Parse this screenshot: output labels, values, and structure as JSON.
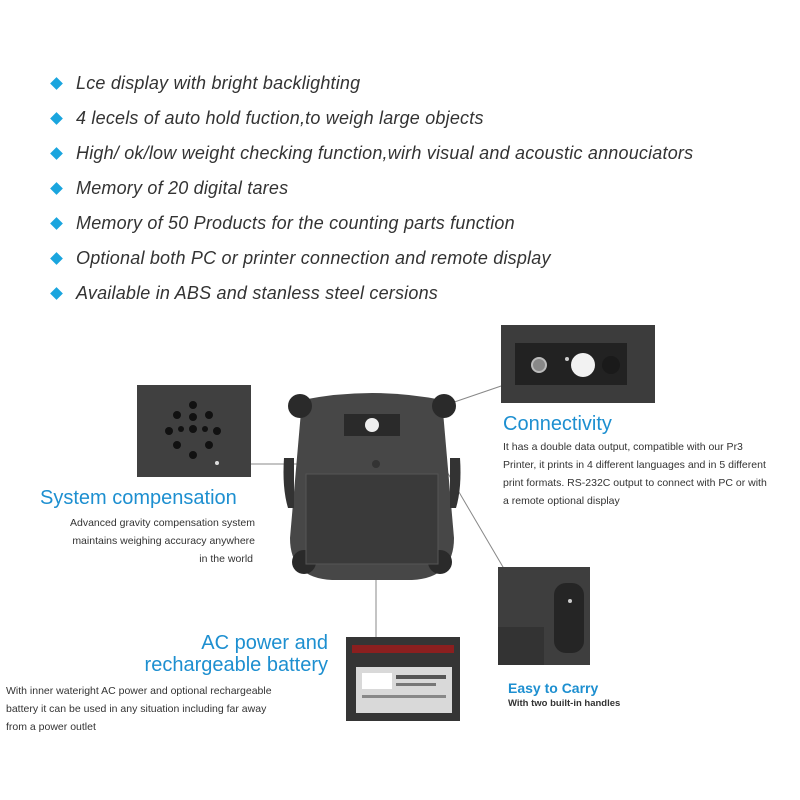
{
  "features": [
    "Lce display with bright backlighting",
    "4 lecels of auto hold fuction,to weigh large objects",
    "High/ ok/low weight checking function,wirh visual and acoustic annouciators",
    "Memory of 20 digital tares",
    "Memory of 50 Products for the counting parts function",
    "Optional both PC or printer connection and remote display",
    "Available in ABS and stanless steel cersions"
  ],
  "system_compensation": {
    "title": "System compensation",
    "lines": [
      "Advanced gravity compensation system",
      "maintains weighing accuracy anywhere",
      "in the world"
    ]
  },
  "connectivity": {
    "title": "Connectivity",
    "lines": [
      "It has a double data output, compatible with our Pr3",
      "Printer, it prints in 4 different languages and in 5 different",
      "print formats. RS-232C output to connect with PC or with",
      "a remote optional display"
    ]
  },
  "ac_power": {
    "title_lines": [
      "AC power and",
      "rechargeable battery"
    ],
    "lines": [
      "With inner wateright AC power and optional rechargeable",
      "battery it can be used in any situation including far away",
      "from a power outlet"
    ]
  },
  "easy_carry": {
    "title": "Easy to Carry",
    "subtitle": "With two built-in handles"
  },
  "colors": {
    "accent": "#1d8fd0",
    "bullet": "#1aa5de",
    "body": "#333333",
    "device": "#3a3a3a"
  }
}
